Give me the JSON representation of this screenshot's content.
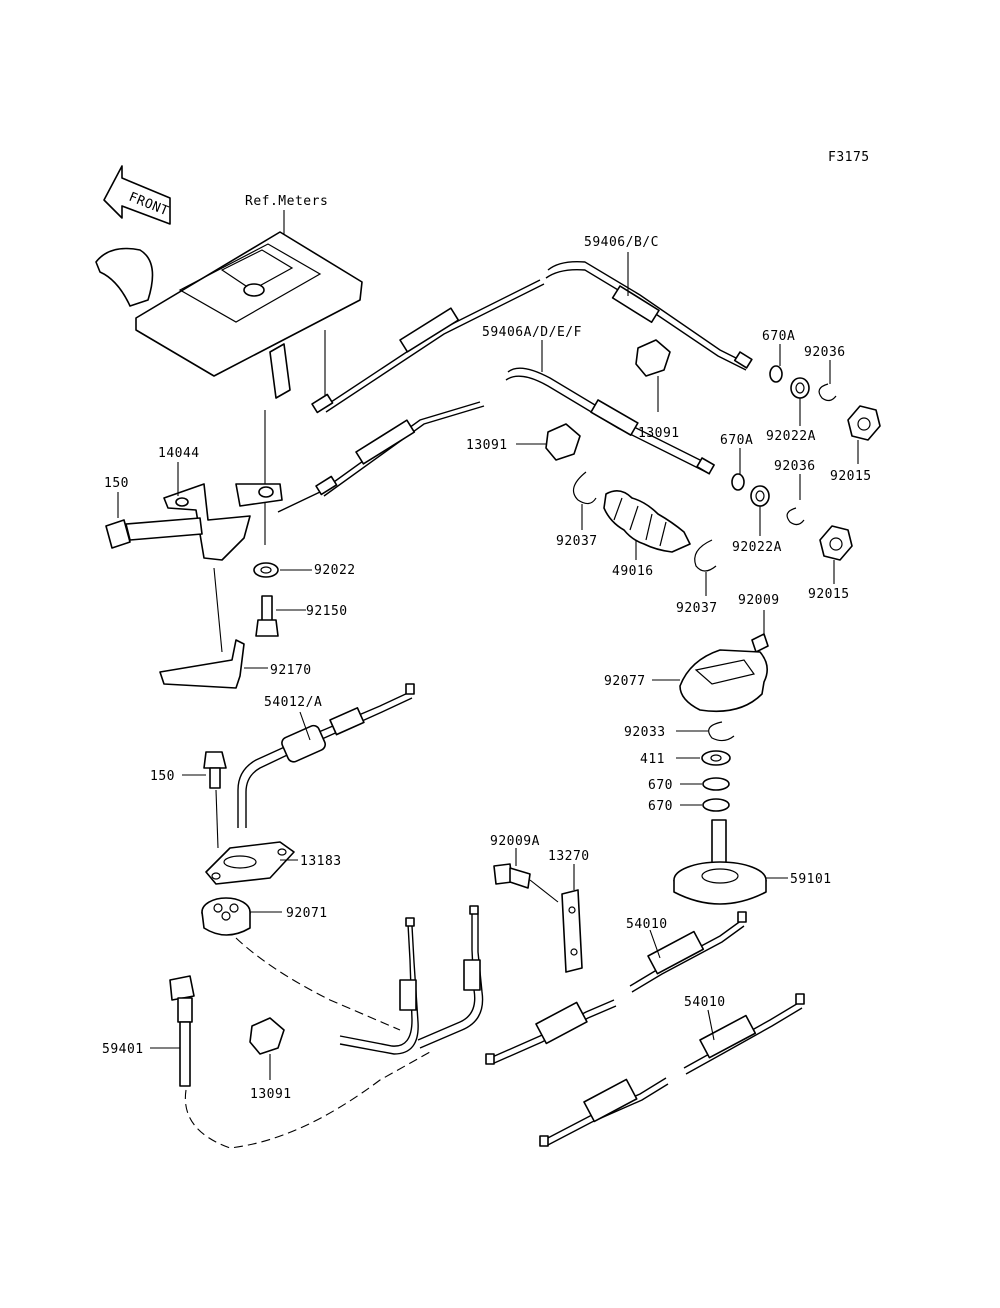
{
  "figure_id": "F3175",
  "direction_label": "FRONT",
  "reference_label": "Ref.Meters",
  "callouts": {
    "c59406bc": "59406/B/C",
    "c59406adef": "59406A/D/E/F",
    "c670a_top": "670A",
    "c92036_top": "92036",
    "c13091_top": "13091",
    "c92022a_top": "92022A",
    "c92015_top": "92015",
    "c13091_mid": "13091",
    "c670a_mid": "670A",
    "c92036_mid": "92036",
    "c14044": "14044",
    "c150_top": "150",
    "c92037_left": "92037",
    "c92022a_mid": "92022A",
    "c92022": "92022",
    "c49016": "49016",
    "c92015_mid": "92015",
    "c92037_right": "92037",
    "c92009": "92009",
    "c92150": "92150",
    "c92170": "92170",
    "c92077": "92077",
    "c54012a": "54012/A",
    "c92033": "92033",
    "c411": "411",
    "c150_mid": "150",
    "c670_a": "670",
    "c670_b": "670",
    "c13183": "13183",
    "c92009a": "92009A",
    "c13270": "13270",
    "c59101": "59101",
    "c92071": "92071",
    "c54010_a": "54010",
    "c54010_b": "54010",
    "c59401": "59401",
    "c13091_bot": "13091"
  }
}
